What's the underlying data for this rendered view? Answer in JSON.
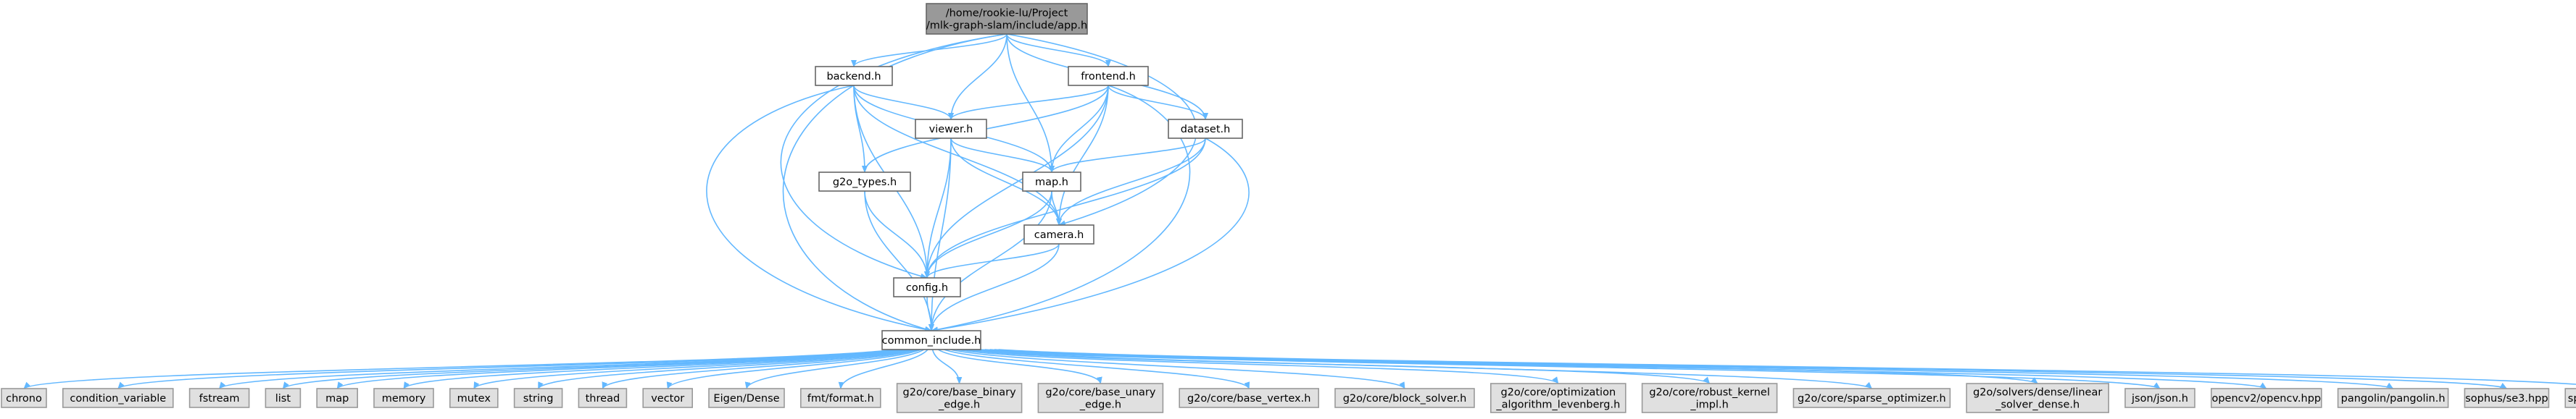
{
  "colors": {
    "root_fill": "#999999",
    "local_fill": "#ffffff",
    "local_stroke": "#666666",
    "system_fill": "#e0e0e0",
    "system_stroke": "#999999",
    "edge": "#63b8ff"
  },
  "root": {
    "id": "app",
    "lines": [
      "/home/rookie-lu/Project",
      "/mlk-graph-slam/include/app.h"
    ]
  },
  "local_headers": [
    {
      "id": "backend",
      "lines": [
        "backend.h"
      ]
    },
    {
      "id": "frontend",
      "lines": [
        "frontend.h"
      ]
    },
    {
      "id": "viewer",
      "lines": [
        "viewer.h"
      ]
    },
    {
      "id": "dataset",
      "lines": [
        "dataset.h"
      ]
    },
    {
      "id": "g2o_types",
      "lines": [
        "g2o_types.h"
      ]
    },
    {
      "id": "map",
      "lines": [
        "map.h"
      ]
    },
    {
      "id": "camera",
      "lines": [
        "camera.h"
      ]
    },
    {
      "id": "config",
      "lines": [
        "config.h"
      ]
    },
    {
      "id": "common_include",
      "lines": [
        "common_include.h"
      ]
    }
  ],
  "system_headers": [
    {
      "id": "chrono",
      "lines": [
        "chrono"
      ]
    },
    {
      "id": "condition_variable",
      "lines": [
        "condition_variable"
      ]
    },
    {
      "id": "fstream",
      "lines": [
        "fstream"
      ]
    },
    {
      "id": "list",
      "lines": [
        "list"
      ]
    },
    {
      "id": "map_std",
      "lines": [
        "map"
      ]
    },
    {
      "id": "memory",
      "lines": [
        "memory"
      ]
    },
    {
      "id": "mutex",
      "lines": [
        "mutex"
      ]
    },
    {
      "id": "string",
      "lines": [
        "string"
      ]
    },
    {
      "id": "thread",
      "lines": [
        "thread"
      ]
    },
    {
      "id": "vector",
      "lines": [
        "vector"
      ]
    },
    {
      "id": "eigen_dense",
      "lines": [
        "Eigen/Dense"
      ]
    },
    {
      "id": "fmt_format",
      "lines": [
        "fmt/format.h"
      ]
    },
    {
      "id": "g2o_base_binary_edge",
      "lines": [
        "g2o/core/base_binary",
        "_edge.h"
      ]
    },
    {
      "id": "g2o_base_unary_edge",
      "lines": [
        "g2o/core/base_unary",
        "_edge.h"
      ]
    },
    {
      "id": "g2o_base_vertex",
      "lines": [
        "g2o/core/base_vertex.h"
      ]
    },
    {
      "id": "g2o_block_solver",
      "lines": [
        "g2o/core/block_solver.h"
      ]
    },
    {
      "id": "g2o_optimization_algorithm_levenberg",
      "lines": [
        "g2o/core/optimization",
        "_algorithm_levenberg.h"
      ]
    },
    {
      "id": "g2o_robust_kernel_impl",
      "lines": [
        "g2o/core/robust_kernel",
        "_impl.h"
      ]
    },
    {
      "id": "g2o_sparse_optimizer",
      "lines": [
        "g2o/core/sparse_optimizer.h"
      ]
    },
    {
      "id": "g2o_linear_solver_dense",
      "lines": [
        "g2o/solvers/dense/linear",
        "_solver_dense.h"
      ]
    },
    {
      "id": "json",
      "lines": [
        "json/json.h"
      ]
    },
    {
      "id": "opencv",
      "lines": [
        "opencv2/opencv.hpp"
      ]
    },
    {
      "id": "pangolin",
      "lines": [
        "pangolin/pangolin.h"
      ]
    },
    {
      "id": "sophus_se3",
      "lines": [
        "sophus/se3.hpp"
      ]
    },
    {
      "id": "spdlog",
      "lines": [
        "spdlog/spdlog.h"
      ]
    }
  ],
  "edges": [
    [
      "app",
      "backend"
    ],
    [
      "app",
      "frontend"
    ],
    [
      "app",
      "viewer"
    ],
    [
      "app",
      "dataset"
    ],
    [
      "app",
      "map"
    ],
    [
      "app",
      "camera"
    ],
    [
      "app",
      "config"
    ],
    [
      "app",
      "common_include"
    ],
    [
      "backend",
      "viewer"
    ],
    [
      "backend",
      "g2o_types"
    ],
    [
      "backend",
      "map"
    ],
    [
      "backend",
      "camera"
    ],
    [
      "backend",
      "config"
    ],
    [
      "backend",
      "common_include"
    ],
    [
      "frontend",
      "viewer"
    ],
    [
      "frontend",
      "dataset"
    ],
    [
      "frontend",
      "g2o_types"
    ],
    [
      "frontend",
      "map"
    ],
    [
      "frontend",
      "camera"
    ],
    [
      "frontend",
      "config"
    ],
    [
      "frontend",
      "common_include"
    ],
    [
      "viewer",
      "map"
    ],
    [
      "viewer",
      "camera"
    ],
    [
      "viewer",
      "config"
    ],
    [
      "viewer",
      "common_include"
    ],
    [
      "dataset",
      "map"
    ],
    [
      "dataset",
      "camera"
    ],
    [
      "dataset",
      "config"
    ],
    [
      "dataset",
      "common_include"
    ],
    [
      "g2o_types",
      "config"
    ],
    [
      "g2o_types",
      "common_include"
    ],
    [
      "map",
      "camera"
    ],
    [
      "map",
      "config"
    ],
    [
      "map",
      "common_include"
    ],
    [
      "camera",
      "config"
    ],
    [
      "camera",
      "common_include"
    ],
    [
      "config",
      "common_include"
    ],
    [
      "common_include",
      "chrono"
    ],
    [
      "common_include",
      "condition_variable"
    ],
    [
      "common_include",
      "fstream"
    ],
    [
      "common_include",
      "list"
    ],
    [
      "common_include",
      "map_std"
    ],
    [
      "common_include",
      "memory"
    ],
    [
      "common_include",
      "mutex"
    ],
    [
      "common_include",
      "string"
    ],
    [
      "common_include",
      "thread"
    ],
    [
      "common_include",
      "vector"
    ],
    [
      "common_include",
      "eigen_dense"
    ],
    [
      "common_include",
      "fmt_format"
    ],
    [
      "common_include",
      "g2o_base_binary_edge"
    ],
    [
      "common_include",
      "g2o_base_unary_edge"
    ],
    [
      "common_include",
      "g2o_base_vertex"
    ],
    [
      "common_include",
      "g2o_block_solver"
    ],
    [
      "common_include",
      "g2o_optimization_algorithm_levenberg"
    ],
    [
      "common_include",
      "g2o_robust_kernel_impl"
    ],
    [
      "common_include",
      "g2o_sparse_optimizer"
    ],
    [
      "common_include",
      "g2o_linear_solver_dense"
    ],
    [
      "common_include",
      "json"
    ],
    [
      "common_include",
      "opencv"
    ],
    [
      "common_include",
      "pangolin"
    ],
    [
      "common_include",
      "sophus_se3"
    ],
    [
      "common_include",
      "spdlog"
    ]
  ]
}
